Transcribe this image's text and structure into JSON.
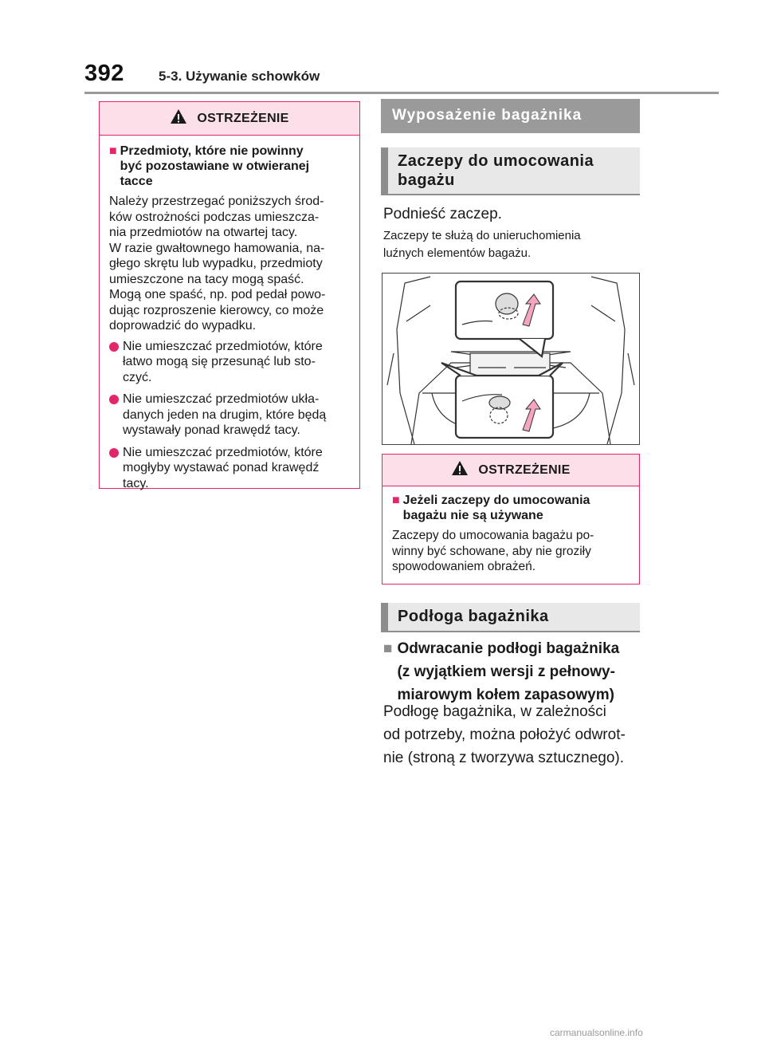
{
  "header": {
    "page_number": "392",
    "section": "5-3. Używanie schowków"
  },
  "warning_left": {
    "title": "OSTRZEŻENIE",
    "subhead": "Przedmioty, które nie powinny\nbyć pozostawiane w otwieranej\ntacce",
    "paragraph": "Należy przestrzegać poniższych środ-\nków ostrożności podczas umieszcza-\nnia przedmiotów na otwartej tacy.\nW razie gwałtownego hamowania, na-\ngłego skrętu lub wypadku, przedmioty\numieszczone na tacy mogą spaść.\nMogą one spaść, np. pod pedał powo-\ndując rozproszenie kierowcy, co może\ndoprowadzić do wypadku.",
    "bullets": [
      "Nie umieszczać przedmiotów, które\nłatwo mogą się przesunąć lub sto-\nczyć.",
      "Nie umieszczać przedmiotów ukła-\ndanych jeden na drugim, które będą\nwystawały ponad krawędź tacy.",
      "Nie umieszczać przedmiotów, które\nmogłyby wystawać ponad krawędź\ntacy."
    ]
  },
  "right": {
    "main_heading": "Wyposażenie bagażnika",
    "sub_heading_1": "Zaczepy do umocowania\nbagażu",
    "instruction": "Podnieść zaczep.",
    "description": "Zaczepy te służą do unieruchomienia\nluźnych elementów bagażu.",
    "warning": {
      "title": "OSTRZEŻENIE",
      "subhead": "Jeżeli zaczepy do umocowania\nbagażu nie są używane",
      "paragraph": "Zaczepy do umocowania bagażu po-\nwinny być schowane, aby nie groziły\nspowodowaniem obrażeń."
    },
    "sub_heading_2": "Podłoga bagażnika",
    "bold_item": "Odwracanie podłogi bagażnika\n(z wyjątkiem wersji z pełnowy-\nmiarowym kołem zapasowym)",
    "body": "Podłogę bagażnika, w zależności\nod potrzeby, można położyć odwrot-\nnie (stroną z tworzywa sztucznego)."
  },
  "footer": {
    "watermark": "carmanualsonline.info"
  },
  "colors": {
    "accent_pink": "#e5256a",
    "header_gray": "#9a9a9a",
    "subhead_bg": "#e8e8e8",
    "arrow_pink": "#f4a6bf"
  }
}
